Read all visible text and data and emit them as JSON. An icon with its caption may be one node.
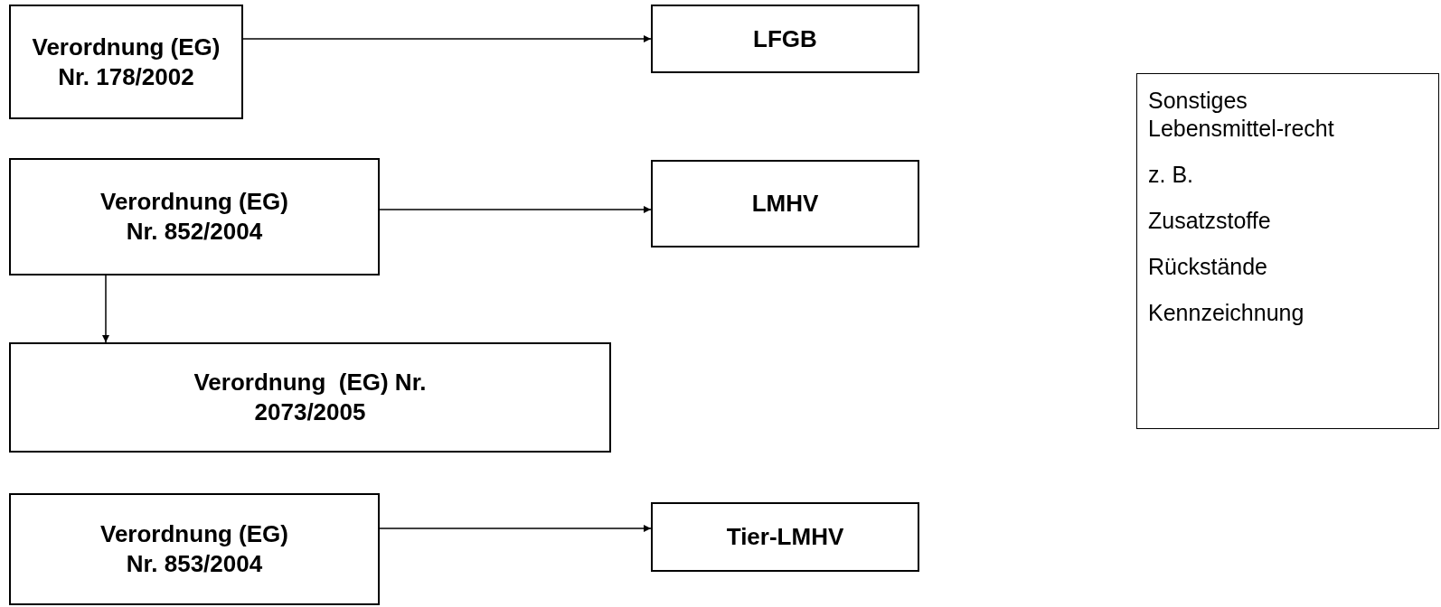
{
  "diagram": {
    "nodes": [
      {
        "text": [
          "Verordnung (EG) Nr. 178/2002"
        ]
      },
      {
        "text": [
          "LFGB"
        ]
      },
      {
        "text": [
          "Verordnung (EG) Nr. 852/2004"
        ]
      },
      {
        "text": [
          "LMHV"
        ]
      },
      {
        "text": [
          "Verordnung  (EG) Nr. 2073/2005"
        ]
      },
      {
        "text": [
          "Verordnung (EG) Nr. 853/2004"
        ]
      },
      {
        "text": [
          "Tier-LMHV"
        ]
      },
      {
        "text": [
          "Sonstiges Lebensmittel-recht",
          "z. B.",
          "Zusatzstoffe",
          "Rückstände",
          "Kennzeichnung"
        ]
      }
    ],
    "edges": [
      {
        "from": 0,
        "to": 1,
        "arrow": "to"
      },
      {
        "from": 2,
        "to": 3,
        "arrow": "to"
      },
      {
        "from": 2,
        "to": 4,
        "arrow": "to"
      },
      {
        "from": 5,
        "to": 6,
        "arrow": "to"
      }
    ]
  }
}
